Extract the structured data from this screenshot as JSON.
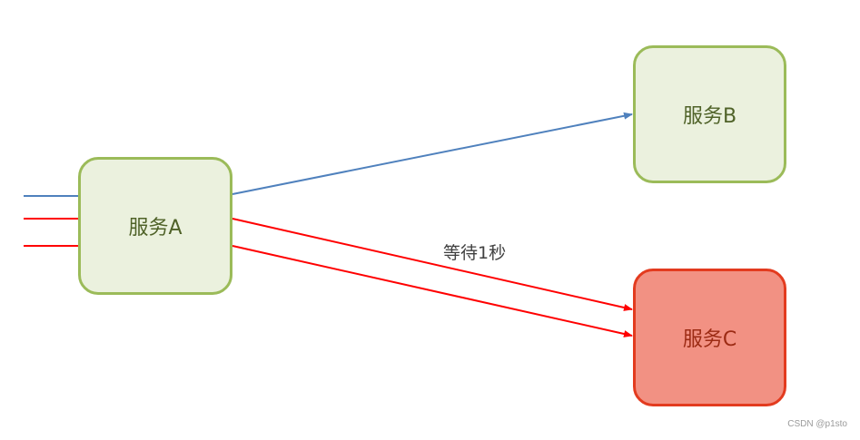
{
  "nodes": {
    "a": {
      "label": "服务A"
    },
    "b": {
      "label": "服务B"
    },
    "c": {
      "label": "服务C"
    }
  },
  "edge_label": "等待1秒",
  "watermark": "CSDN @p1sto",
  "colors": {
    "node_fill": "#ebf1de",
    "node_border": "#9bbb59",
    "node_text": "#4f6228",
    "slow_fill": "#f29183",
    "slow_border": "#e33b1f",
    "slow_text": "#9c2b14",
    "ok_arrow": "#4f81bd",
    "slow_arrow": "#ff0000"
  }
}
